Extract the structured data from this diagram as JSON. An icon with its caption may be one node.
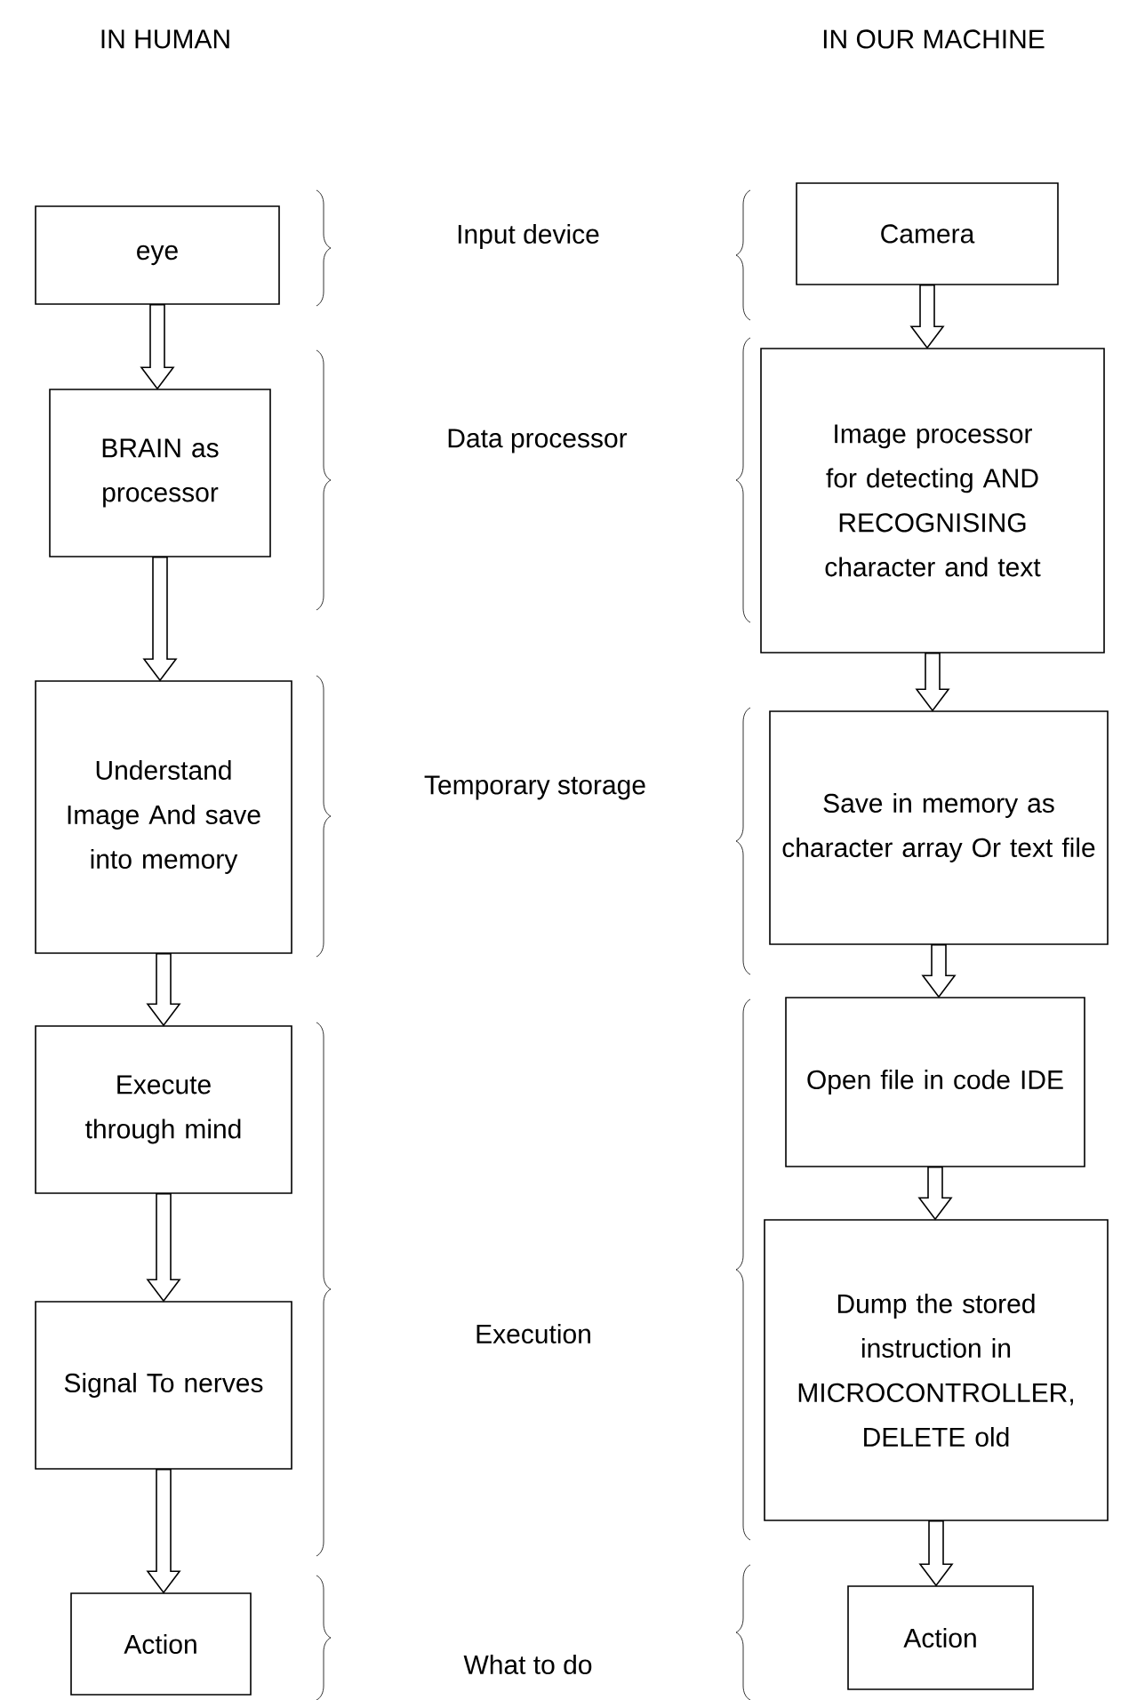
{
  "diagram": {
    "nodes": [
      {
        "text": [
          "eye"
        ]
      },
      {
        "text": [
          "BRAIN as processor"
        ]
      },
      {
        "text": [
          "Understand Image And save into memory"
        ]
      },
      {
        "text": [
          "Execute through mind"
        ]
      },
      {
        "text": [
          "Signal To nerves"
        ]
      },
      {
        "text": [
          "Action"
        ]
      },
      {
        "text": [
          "Camera"
        ]
      },
      {
        "text": [
          "Image processor for detecting AND RECOGNISING character and text"
        ]
      },
      {
        "text": [
          "Save in memory as character array Or text file"
        ]
      },
      {
        "text": [
          "Open file in code IDE"
        ]
      },
      {
        "text": [
          "Dump the stored instruction in MICROCONTROLLER, DELETE old"
        ]
      },
      {
        "text": [
          "Action"
        ]
      }
    ],
    "edges": [
      {
        "from": 0,
        "to": 1,
        "arrow": "to"
      },
      {
        "from": 1,
        "to": 2,
        "arrow": "to"
      },
      {
        "from": 2,
        "to": 3,
        "arrow": "to"
      },
      {
        "from": 3,
        "to": 4,
        "arrow": "to"
      },
      {
        "from": 4,
        "to": 5,
        "arrow": "to"
      },
      {
        "from": 6,
        "to": 7,
        "arrow": "to"
      },
      {
        "from": 7,
        "to": 8,
        "arrow": "to"
      },
      {
        "from": 8,
        "to": 9,
        "arrow": "to"
      },
      {
        "from": 9,
        "to": 10,
        "arrow": "to"
      },
      {
        "from": 10,
        "to": 11,
        "arrow": "to"
      }
    ],
    "labels": [
      "IN HUMAN",
      "IN OUR MACHINE",
      "Input device",
      "Data processor",
      "Temporary storage",
      "Execution",
      "What to do"
    ]
  }
}
